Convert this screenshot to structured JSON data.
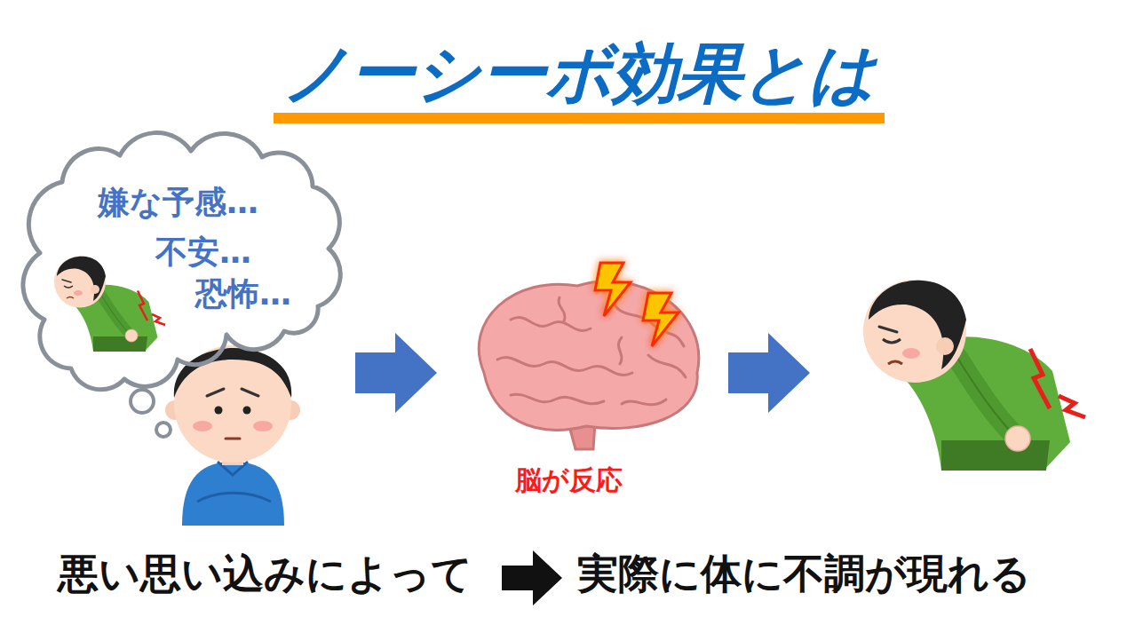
{
  "diagram": {
    "title": "ノーシーボ効果とは",
    "nodes": [
      {
        "text": [
          "嫌な予感…",
          "不安…",
          "恐怖…"
        ]
      }
    ],
    "labels": [
      "脳が反応",
      "悪い思い込みによって",
      "実際に体に不調が現れる"
    ]
  }
}
